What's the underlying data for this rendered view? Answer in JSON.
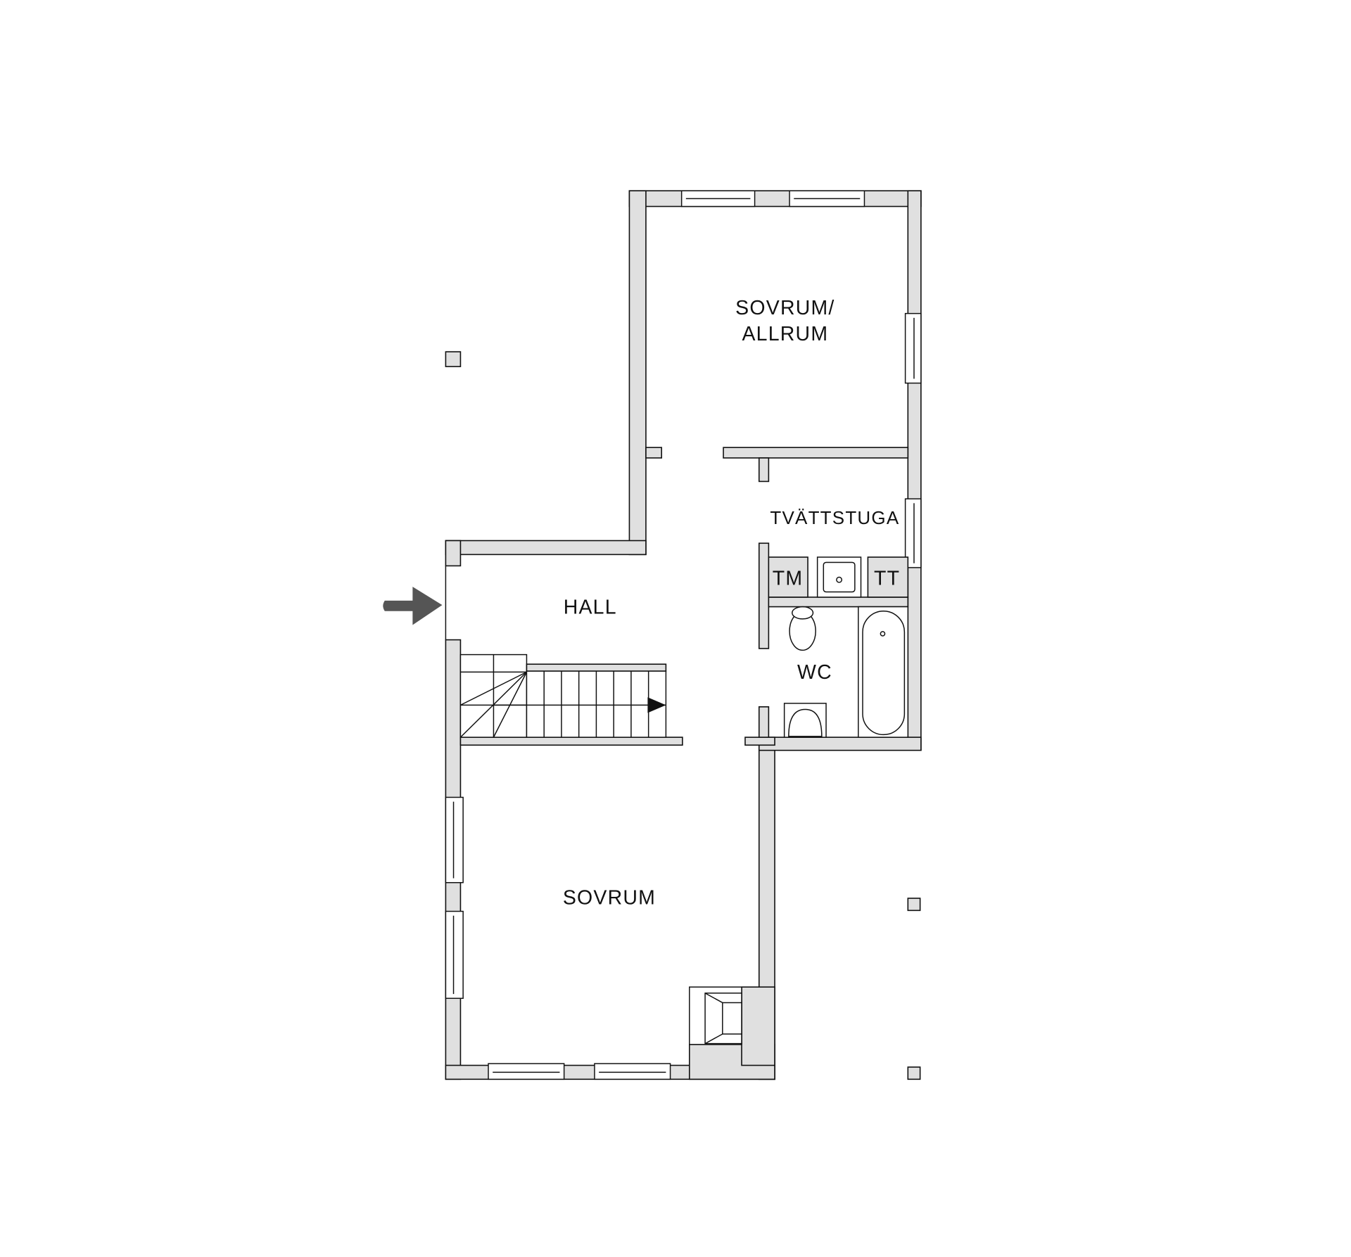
{
  "rooms": {
    "sovrum_allrum_line1": "SOVRUM/",
    "sovrum_allrum_line2": "ALLRUM",
    "tvattstuga": "TVÄTTSTUGA",
    "tm": "TM",
    "tt": "TT",
    "hall": "HALL",
    "wc": "WC",
    "sovrum": "SOVRUM"
  },
  "colors": {
    "wall_fill": "#e0e0e0",
    "line": "#111111",
    "entrance_arrow": "#555555"
  },
  "icons": [
    "entrance-arrow-icon",
    "stair-direction-arrow-icon",
    "toilet-icon",
    "bathtub-icon",
    "sink-icon",
    "fireplace-icon"
  ]
}
